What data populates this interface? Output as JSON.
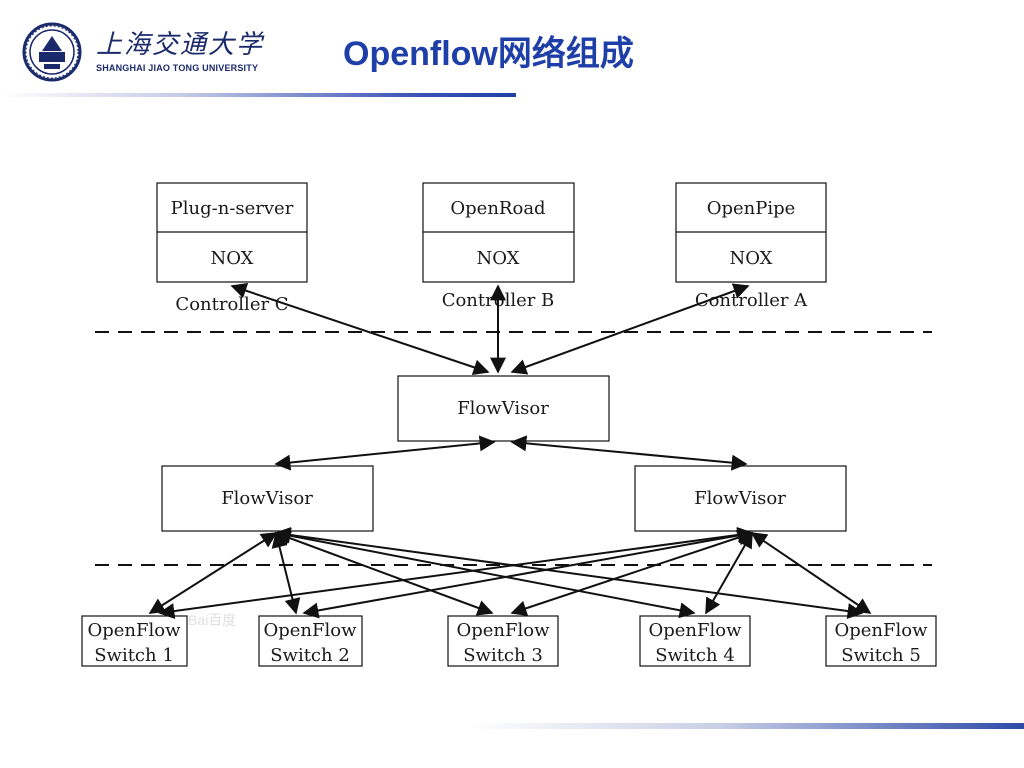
{
  "header": {
    "logo_cn": "上海交通大学",
    "logo_en": "SHANGHAI JIAO TONG UNIVERSITY",
    "title": "Openflow网络组成"
  },
  "diagram": {
    "controllers": [
      {
        "app": "Plug-n-server",
        "os": "NOX",
        "label": "Controller C"
      },
      {
        "app": "OpenRoad",
        "os": "NOX",
        "label": "Controller B"
      },
      {
        "app": "OpenPipe",
        "os": "NOX",
        "label": "Controller A"
      }
    ],
    "flowvisor_top": "FlowVisor",
    "flowvisor_left": "FlowVisor",
    "flowvisor_right": "FlowVisor",
    "switches": [
      {
        "line1": "OpenFlow",
        "line2": "Switch 1"
      },
      {
        "line1": "OpenFlow",
        "line2": "Switch 2"
      },
      {
        "line1": "OpenFlow",
        "line2": "Switch 3"
      },
      {
        "line1": "OpenFlow",
        "line2": "Switch 4"
      },
      {
        "line1": "OpenFlow",
        "line2": "Switch 5"
      }
    ],
    "watermark": "Bai百度"
  }
}
